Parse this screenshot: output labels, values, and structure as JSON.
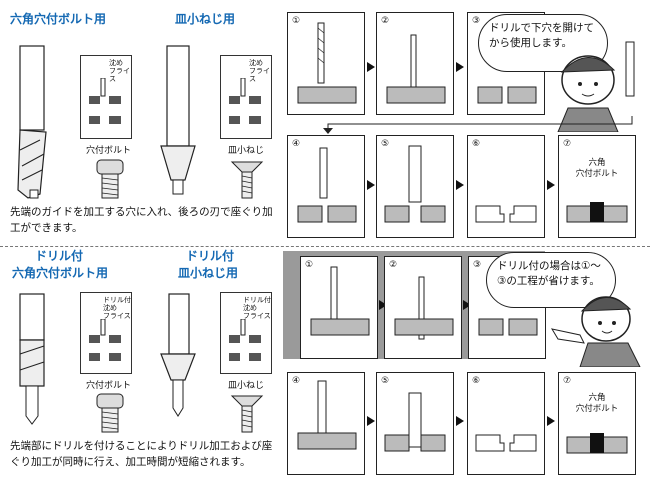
{
  "section1": {
    "title_hex": "六角穴付ボルト用",
    "title_csk": "皿小ねじ用",
    "inset_label": "沈め\nフライス",
    "cap_hex": "穴付ボルト",
    "cap_csk": "皿小ねじ",
    "desc": "先端のガイドを加工する穴に入れ、後ろの刃で座ぐり加工ができます。",
    "bubble": "ドリルで下穴を開けてから使用します。",
    "panel_nums": [
      "①",
      "②",
      "③",
      "④",
      "⑤",
      "⑥",
      "⑦"
    ],
    "panel7_label": "六角\n穴付ボルト"
  },
  "section2": {
    "title_hex_1": "ドリル付",
    "title_hex_2": "六角穴付ボルト用",
    "title_csk_1": "ドリル付",
    "title_csk_2": "皿小ねじ用",
    "inset_label": "ドリル付\n沈め\nフライス",
    "cap_hex": "穴付ボルト",
    "cap_csk": "皿小ねじ",
    "desc": "先端部にドリルを付けることによりドリル加工および座ぐり加工が同時に行え、加工時間が短縮されます。",
    "bubble": "ドリル付の場合は①～③の工程が省けます。",
    "panel_nums": [
      "①",
      "②",
      "③",
      "④",
      "⑤",
      "⑥",
      "⑦"
    ],
    "panel7_label": "六角\n穴付ボルト"
  },
  "colors": {
    "accent": "#1569b3",
    "gray_band": "#9a9a9a"
  }
}
